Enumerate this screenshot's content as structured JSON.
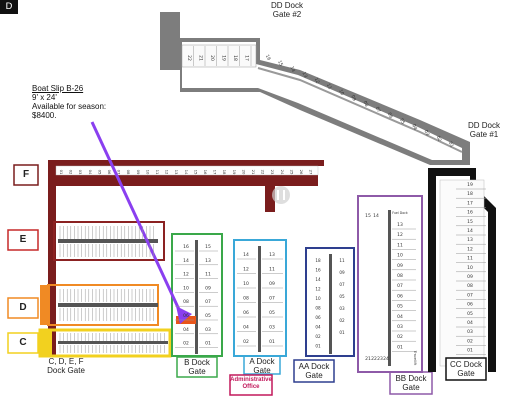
{
  "corner_badge": "D",
  "callout": {
    "title": "Boat Slip B-26",
    "size": "9' x 24'",
    "availability": "Available for season:",
    "price": "$8400.",
    "arrow_color": "#8a3ff0",
    "slip_color": "#e8551a"
  },
  "docks": {
    "dd_gate2": [
      "DD Dock",
      "Gate #2"
    ],
    "dd_gate1": [
      "DD Dock",
      "Gate #1"
    ],
    "b_gate": [
      "B Dock",
      "Gate"
    ],
    "a_gate": [
      "A Dock",
      "Gate"
    ],
    "aa_gate": [
      "AA Dock",
      "Gate"
    ],
    "bb_gate": [
      "BB Dock",
      "Gate"
    ],
    "cc_gate": [
      "CC Dock",
      "Gate"
    ],
    "cdef_gate": [
      "C, D, E, F",
      "Dock Gate"
    ],
    "admin": [
      "Administrative",
      "Office"
    ]
  },
  "row_labels": {
    "f": "F",
    "e": "E",
    "d": "D",
    "c": "C"
  },
  "colors": {
    "dd_dock": "#7a7a7a",
    "f_dock": "#7a1d1d",
    "e_dock": "#c62828",
    "d_dock": "#f08a24",
    "c_dock": "#f2d11f",
    "b_dock": "#3aa84a",
    "a_dock": "#3aa8d8",
    "aa_dock": "#2e3f8f",
    "bb_dock": "#8e5aa8",
    "cc_dock": "#111111",
    "admin_box": "#c2185b"
  },
  "slip_numbers": {
    "dd_top": [
      "22",
      "21",
      "20",
      "19",
      "18",
      "17"
    ],
    "dd_diag": [
      "16",
      "15",
      "14",
      "13",
      "12",
      "11",
      "10",
      "09",
      "08",
      "07",
      "06",
      "05",
      "04",
      "03",
      "02",
      "01"
    ],
    "f_row": [
      "01",
      "02",
      "03",
      "04",
      "05",
      "06",
      "07",
      "08",
      "09",
      "10",
      "11",
      "12",
      "13",
      "14",
      "15",
      "16",
      "17",
      "18",
      "19",
      "20",
      "21",
      "22",
      "23",
      "24",
      "25",
      "26",
      "27"
    ],
    "b_left": [
      "16",
      "14",
      "12",
      "10",
      "08",
      "06",
      "04",
      "02"
    ],
    "b_right": [
      "15",
      "13",
      "11",
      "09",
      "07",
      "05",
      "03",
      "01"
    ],
    "a_left": [
      "14",
      "12",
      "10",
      "08",
      "06",
      "04",
      "02"
    ],
    "a_right": [
      "13",
      "11",
      "09",
      "07",
      "05",
      "03",
      "01"
    ],
    "aa_left": [
      "18",
      "16",
      "14",
      "12",
      "10",
      "08",
      "06",
      "04",
      "02",
      "01"
    ],
    "aa_right": [
      "11",
      "09",
      "07",
      "05",
      "03",
      "02",
      "01"
    ],
    "bb_main": [
      "13",
      "12",
      "11",
      "10",
      "09",
      "08",
      "07",
      "06",
      "05",
      "04",
      "03",
      "02",
      "01"
    ],
    "bb_extra": [
      "15",
      "14",
      "Fuel Dock",
      "21",
      "22",
      "23",
      "24",
      "Travellift"
    ],
    "cc": [
      "19",
      "18",
      "17",
      "16",
      "15",
      "14",
      "13",
      "12",
      "11",
      "10",
      "09",
      "08",
      "07",
      "06",
      "05",
      "04",
      "03",
      "02",
      "01"
    ]
  }
}
